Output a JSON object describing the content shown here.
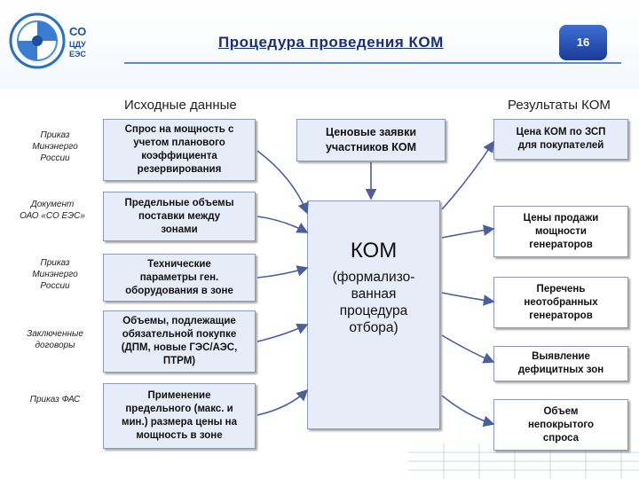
{
  "page": {
    "title": "Процедура проведения КОМ",
    "number": "16"
  },
  "logo": {
    "line1": "СО",
    "line2": "ЦДУ",
    "line3": "ЕЭС"
  },
  "headers": {
    "inputs": "Исходные данные",
    "results": "Результаты КОМ"
  },
  "sources": [
    {
      "lines": [
        "Приказ",
        "Минэнерго",
        "России"
      ]
    },
    {
      "lines": [
        "Документ",
        "ОАО «СО ЕЭС»"
      ]
    },
    {
      "lines": [
        "Приказ",
        "Минэнерго",
        "России"
      ]
    },
    {
      "lines": [
        "Заключенные",
        "договоры"
      ]
    },
    {
      "lines": [
        "Приказ ФАС"
      ]
    }
  ],
  "inputs": [
    {
      "lines": [
        "Спрос на мощность с",
        "учетом планового",
        "коэффициента",
        "резервирования"
      ]
    },
    {
      "lines": [
        "Предельные объемы",
        "поставки между",
        "зонами"
      ]
    },
    {
      "lines": [
        "Технические",
        "параметры ген.",
        "оборудования в зоне"
      ]
    },
    {
      "lines": [
        "Объемы, подлежащие",
        "обязательной покупке",
        "(ДПМ, новые ГЭС/АЭС,",
        "ПТРМ)"
      ]
    },
    {
      "lines": [
        "Применение",
        "предельного  (макс. и",
        "мин.) размера цены на",
        "мощность в зоне"
      ]
    }
  ],
  "bids": {
    "lines": [
      "Ценовые заявки",
      "участников КОМ"
    ]
  },
  "kom": {
    "title": "КОМ",
    "lines": [
      "(формализо-",
      "ванная",
      "процедура",
      "отбора)"
    ]
  },
  "results": [
    {
      "lines": [
        "Цена КОМ по ЗСП",
        "для покупателей"
      ]
    },
    {
      "lines": [
        "Цены продажи",
        "мощности",
        "генераторов"
      ]
    },
    {
      "lines": [
        "Перечень",
        "неотобранных",
        "генераторов"
      ]
    },
    {
      "lines": [
        "Выявление",
        "дефицитных зон"
      ]
    },
    {
      "lines": [
        "Объем",
        "непокрытого",
        "спроса"
      ]
    }
  ],
  "colors": {
    "title": "#1a2f7a",
    "box_fill": "#e6ecf8",
    "box_border": "#8a9ab8",
    "arrow": "#4a5fa0",
    "badge": "#2a4fb5"
  }
}
